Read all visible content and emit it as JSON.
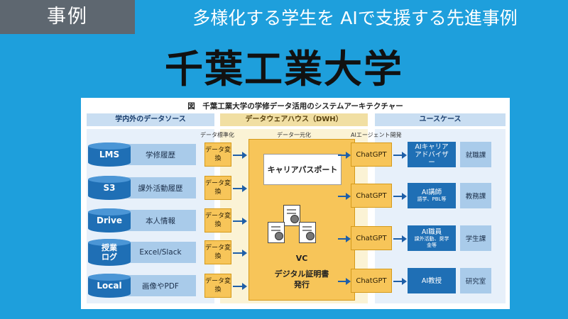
{
  "header": {
    "tag": "事例",
    "headline": "多様化する学生を AIで支援する先進事例"
  },
  "title": "千葉工業大学",
  "figure": {
    "caption": "図　千葉工業大学の学修データ活用のシステムアーキテクチャー",
    "columns": {
      "sources": "学内外のデータソース",
      "dwh": "データウェアハウス（DWH）",
      "usecases": "ユースケース"
    },
    "sublabels": {
      "standardize": "データ標準化",
      "unify": "データ一元化",
      "agent_dev": "AIエージェント開発"
    },
    "sources": [
      {
        "store": "LMS",
        "data": "学修履歴"
      },
      {
        "store": "S3",
        "data": "課外活動履歴"
      },
      {
        "store": "Drive",
        "data": "本人情報"
      },
      {
        "store": "授業ログ",
        "data": "Excel/Slack"
      },
      {
        "store": "Local",
        "data": "画像やPDF"
      }
    ],
    "conversion_label": "データ変換",
    "vc": {
      "career_passport": "キャリアパスポート",
      "vc_label": "VC",
      "certificate_label": "デジタル証明書発行"
    },
    "usecases": [
      {
        "engine": "ChatGPT",
        "agent": "AIキャリアアドバイザー",
        "agent_note": "",
        "dept": "就職課"
      },
      {
        "engine": "ChatGPT",
        "agent": "AI講師",
        "agent_note": "語学、PBL等",
        "dept": "教務課"
      },
      {
        "engine": "ChatGPT",
        "agent": "AI職員",
        "agent_note": "課外活動、奨学金等",
        "dept": "学生課"
      },
      {
        "engine": "ChatGPT",
        "agent": "AI教授",
        "agent_note": "",
        "dept": "研究室"
      }
    ],
    "icons": [
      "database-icon",
      "certificate-icon"
    ],
    "colors": {
      "background": "#1e9fdc",
      "primary_blue": "#1f6fb5",
      "accent_yellow": "#f7c559"
    }
  }
}
